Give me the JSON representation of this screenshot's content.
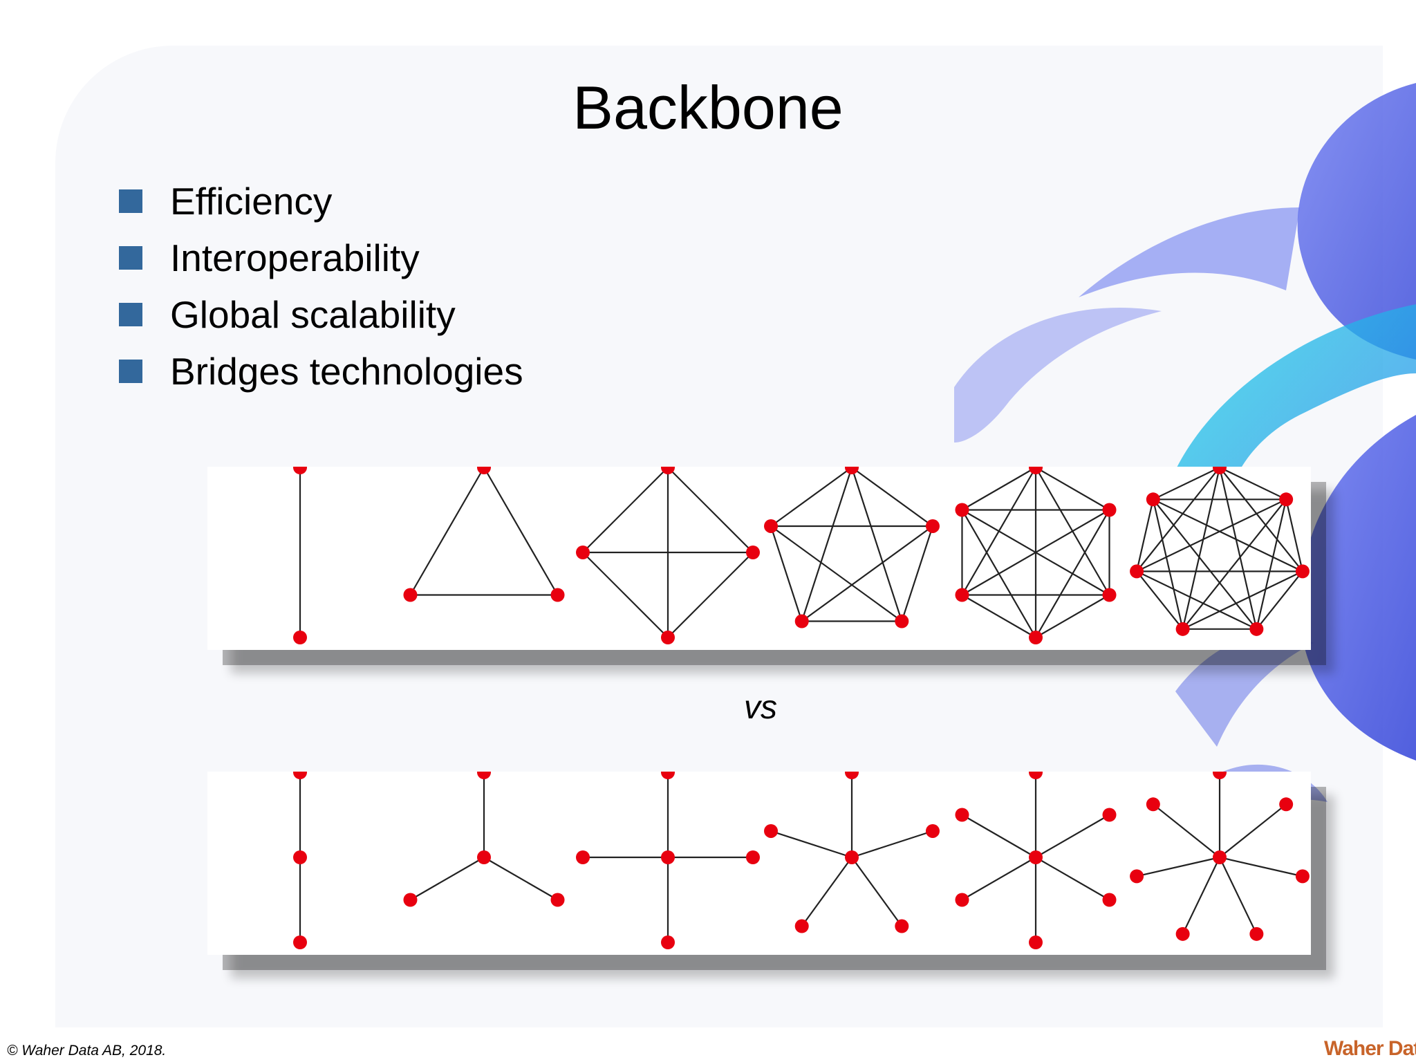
{
  "slide": {
    "title": "Backbone",
    "bullets": [
      "Efficiency",
      "Interoperability",
      "Global scalability",
      "Bridges technologies"
    ],
    "separator": "vs",
    "footer": "© Waher Data AB, 2018.",
    "logo_text": "Waher Data"
  },
  "diagrams": {
    "mesh": {
      "kind": "complete-graphs",
      "node_counts": [
        2,
        3,
        4,
        5,
        6,
        7
      ]
    },
    "star": {
      "kind": "star-graphs",
      "node_counts": [
        2,
        3,
        4,
        5,
        6,
        7
      ]
    }
  },
  "colors": {
    "bullet": "#33689c",
    "node": "#e8000f",
    "edge": "#222222",
    "swirl_blue": "#4a5ee8",
    "swirl_cyan": "#29b6e8",
    "logo": "#c8642a"
  }
}
